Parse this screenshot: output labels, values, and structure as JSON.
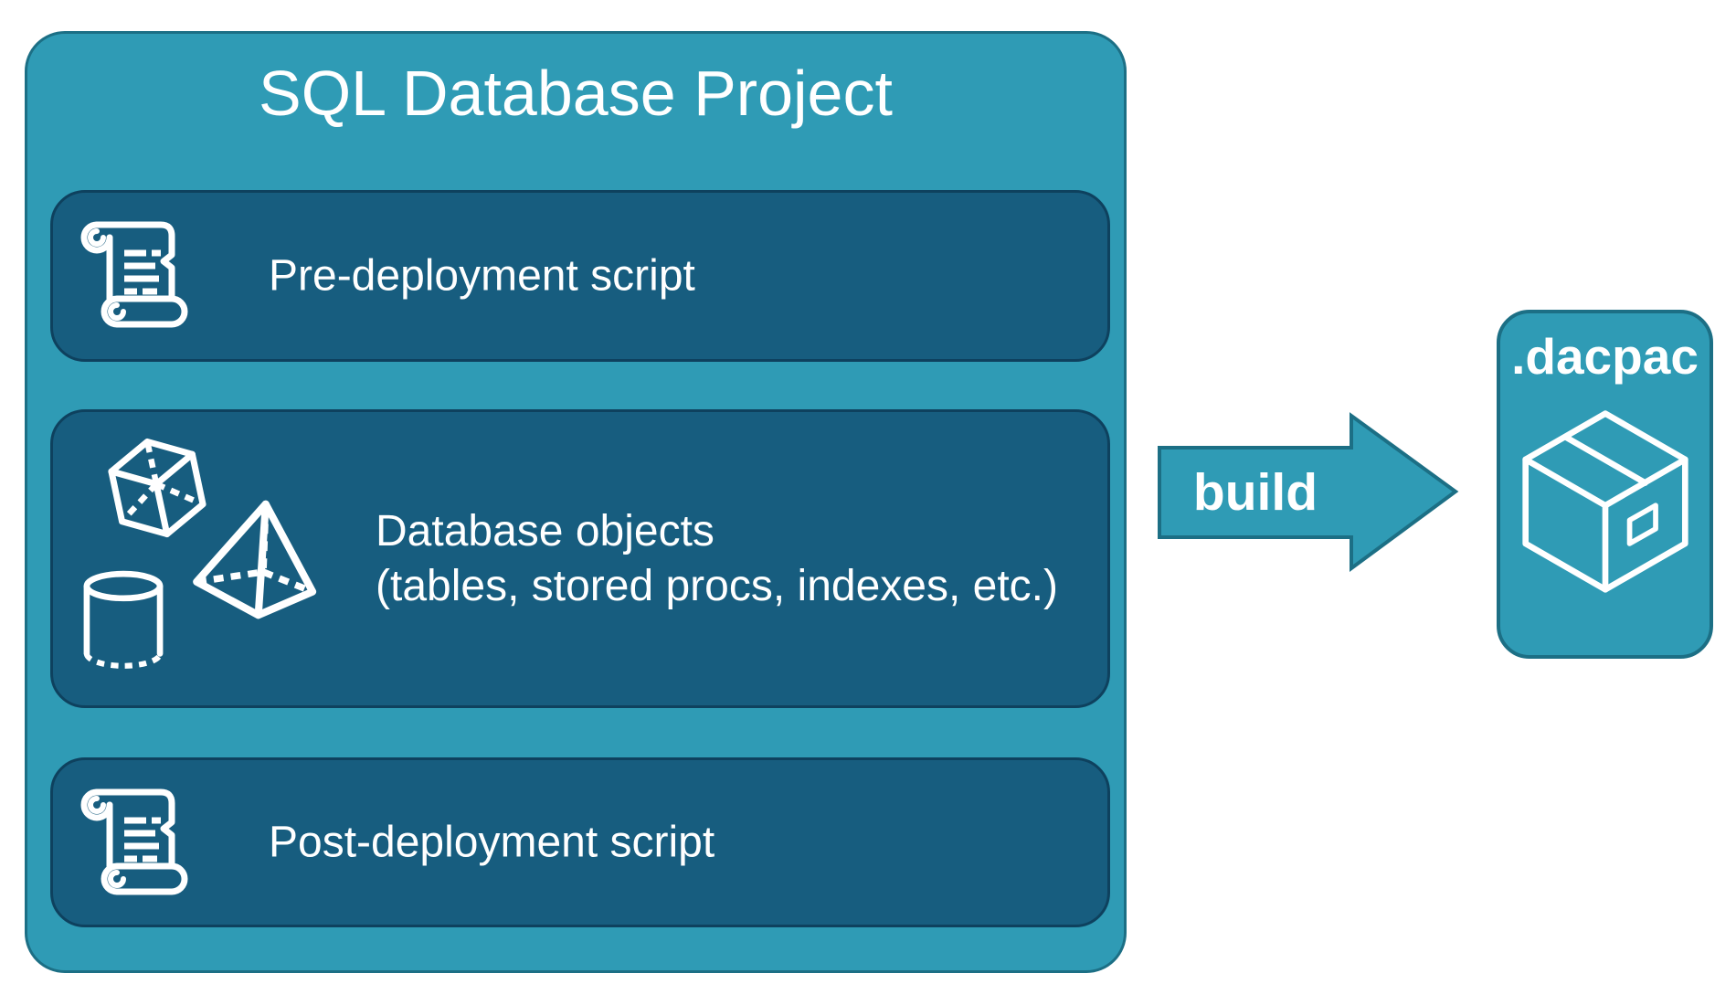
{
  "diagram": {
    "project": {
      "title": "SQL Database Project",
      "rows": [
        {
          "icon": "scroll",
          "label": "Pre-deployment script"
        },
        {
          "icon": "3d-shapes",
          "label_line1": "Database objects",
          "label_line2": "(tables, stored procs, indexes, etc.)"
        },
        {
          "icon": "scroll",
          "label": "Post-deployment script"
        }
      ]
    },
    "build_arrow": {
      "label": "build"
    },
    "dacpac": {
      "label": ".dacpac",
      "icon": "package"
    }
  },
  "colors": {
    "teal": "#2F9BB5",
    "teal_border": "#1C6F85",
    "panel": "#175D7F",
    "panel_border": "#0E415E",
    "text": "#FFFFFF",
    "background": "#FFFFFF"
  }
}
